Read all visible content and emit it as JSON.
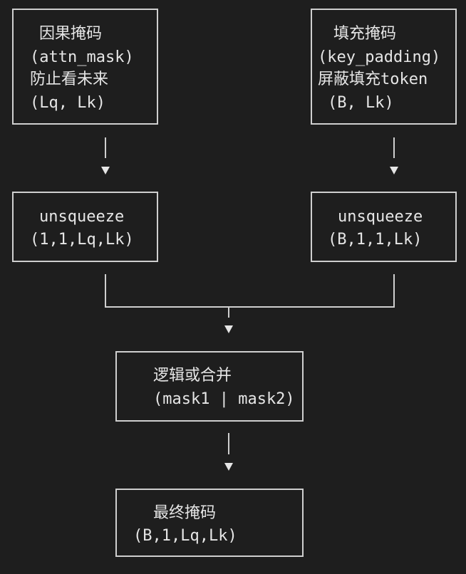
{
  "nodes": {
    "causal_mask": {
      "lines": [
        "因果掩码",
        "(attn_mask)",
        "防止看未来",
        "(Lq, Lk)"
      ]
    },
    "padding_mask": {
      "lines": [
        "填充掩码",
        "(key_padding)",
        "屏蔽填充token",
        "(B, Lk)"
      ]
    },
    "unsqueeze_causal": {
      "lines": [
        "unsqueeze",
        "(1,1,Lq,Lk)"
      ]
    },
    "unsqueeze_padding": {
      "lines": [
        "unsqueeze",
        "(B,1,1,Lk)"
      ]
    },
    "logical_or": {
      "lines": [
        "逻辑或合并",
        "(mask1 | mask2)"
      ]
    },
    "final_mask": {
      "lines": [
        "最终掩码",
        "(B,1,Lq,Lk)"
      ]
    }
  }
}
